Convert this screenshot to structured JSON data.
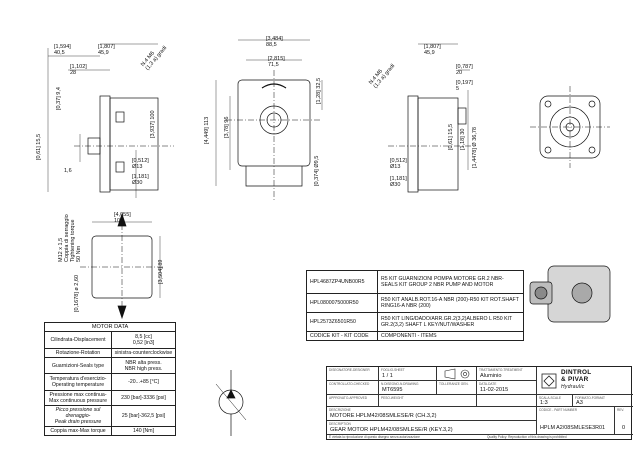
{
  "dims": {
    "top_left_1": "[1,594]",
    "top_left_1b": "40,5",
    "top_left_2": "[1,102]",
    "top_left_2b": "28",
    "top_left_3": "[0,37]",
    "top_left_3b": "9,4",
    "top_left_4": "[0,61]",
    "top_left_4b": "15,5",
    "top_left_5": "1,6",
    "top_left_6": "[1,807]",
    "top_left_6b": "45,9",
    "top_left_7": "N.4 M6",
    "top_left_7b": "(1,3 a) gradi",
    "top_left_8": "[3,937]",
    "top_left_8b": "100",
    "top_left_9": "[0,512]",
    "top_left_9b": "Ø13",
    "top_left_10": "[1,181]",
    "top_left_10b": "Ø30",
    "mid_1": "[3,484]",
    "mid_1b": "88,5",
    "mid_2": "[2,815]",
    "mid_2b": "71,5",
    "mid_3": "[4,449]",
    "mid_3b": "113",
    "mid_4": "[3,78]",
    "mid_4b": "96",
    "mid_5": "[1,28]",
    "mid_5b": "32,5",
    "mid_6": "[0,374]",
    "mid_6b": "Ø9,5",
    "right_1": "[1,807]",
    "right_1b": "45,9",
    "right_2": "[0,787]",
    "right_2b": "20",
    "right_3": "[0,197]",
    "right_3b": "5",
    "right_4": "N.4 M6",
    "right_4b": "(1,3 a) gradi",
    "right_5": "[0,61]",
    "right_5b": "15,5",
    "right_6": "[1,18]",
    "right_6b": "30",
    "right_7": "[1,4478]",
    "right_7b": "Ø 36,78",
    "right_8": "[0,512]",
    "right_8b": "Ø13",
    "right_9": "[1,181]",
    "right_9b": "Ø30",
    "lower_1": "[4,055]",
    "lower_1b": "103",
    "lower_2": "M12 x 1,5",
    "lower_3": "Coppia di serraggio",
    "lower_4": "Tightening torque",
    "lower_5": "50 Nm",
    "lower_6": "[3,504]",
    "lower_6b": "89",
    "lower_7": "[0,1678]",
    "lower_7b": "ø 2,60"
  },
  "codes_table": {
    "rows": [
      {
        "code": "HPL4687ZP4UNB00R5",
        "desc": "R5 KIT GUARNIZIONI POMPA MOTORE GR.2 NBR-SEALS KIT GROUP 2 NBR PUMP AND MOTOR"
      },
      {
        "code": "HPL0800075000R50",
        "desc": "R50 KIT ANALB.ROT.16-A NBR (200)-R50 KIT ROT.SHAFT RING16-A NBR (200)"
      },
      {
        "code": "HPL2573Z6501R50",
        "desc": "R50 KIT LING/DADO/ARR.GR.2(3,2)ALBERO L R50 KIT GR.2(3,2) SHAFT L KEY/NUT/WASHER"
      }
    ],
    "footer_code": "CODICE KIT - KIT CODE",
    "footer_desc": "COMPONENTI - ITEMS"
  },
  "motor_data": {
    "title": "MOTOR DATA",
    "rows": [
      {
        "label": "Cilindrata-Displacement",
        "value": "8,5 [cc]\n0,52 [in3]"
      },
      {
        "label": "Rotazione-Rotation",
        "value": "sinistra-counterclockwise"
      },
      {
        "label": "Guarnizioni-Seals type",
        "value": "NBR alta press.\nNBR high press."
      },
      {
        "label": "Temperatura d'esercizio-\nOperating temperature",
        "value": "-20...+85 [°C]"
      },
      {
        "label": "Pressione max continua-\nMax continuous pressure",
        "value": "230 [bar]-3336 [psi]"
      },
      {
        "label": "Picco pressione sul drenaggio-\nPeak drain pressure",
        "value": "25 [bar]-362,5 [psi]"
      },
      {
        "label": "Coppia max-Max torque",
        "value": "140 [Nm]"
      }
    ]
  },
  "title_block": {
    "designer_label": "DISEGNATORE-DESIGNER",
    "designer_value": "",
    "sheet_label": "FOGLIO-SHEET",
    "sheet_value": "1 / 1",
    "projection_label": "",
    "treatment_label": "TRATTAMENTO-TREATMENT",
    "treatment_value": "Aluminio",
    "check_label": "CONTROLLATO-CHECKED",
    "check_value": "",
    "draw_label": "N.DISEGNO-N.DRAWING",
    "draw_value": "MT6595",
    "toll_label": "TOLLERANZE GEN.",
    "toll_value": "",
    "date_label": "DATA-DATE",
    "date_value": "11-02-2015",
    "approved_label": "APPROVATO-APPROVED",
    "approved_value": "",
    "weight_label": "PESO-WEIGHT",
    "weight_value": "",
    "scale_label": "SCALA-SCALE",
    "scale_value": "1:3",
    "format_label": "FORMATO-FORMAT",
    "format_value": "A3",
    "desc_label": "DESCRIZIONE",
    "desc_value": "MOTORE HPLM42/08SMLESE/R (CH.3,2)",
    "descr_label": "DESCRIPTION",
    "descr_value": "GEAR MOTOR HPLM42/08SMLESE/R (KEY.3,2)",
    "code_label": "CODICE - PART NUMBER",
    "code_value": "HPLM A2/08SMLESE3R01",
    "rev_label": "REV.",
    "rev_value": "0",
    "footer_left": "È vietata la riproduzione di questo disegno senza autorizzazione",
    "footer_mid": "Quality Policy: Reproduction of this drawing is prohibited",
    "brand_line1": "DINTROL",
    "brand_line2": "& PIVAR",
    "brand_line3": "Hydraulic"
  }
}
